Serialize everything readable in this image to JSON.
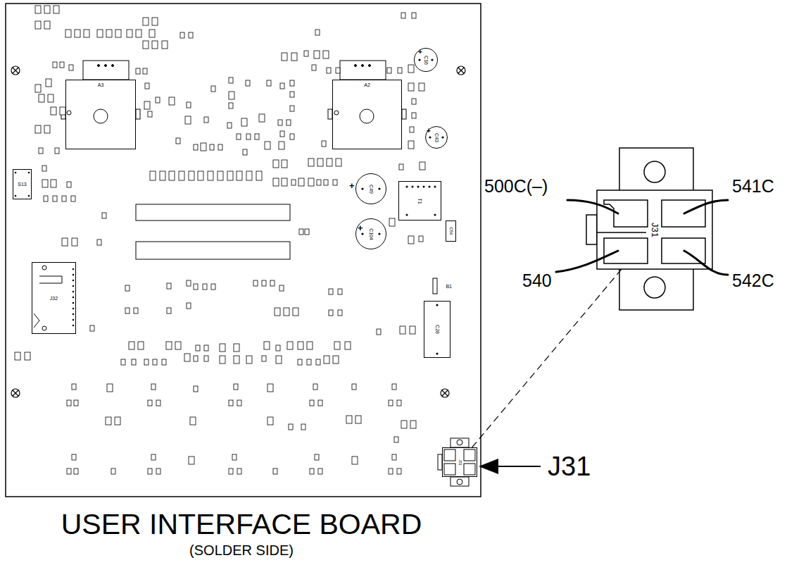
{
  "diagram": {
    "title": "USER INTERFACE BOARD",
    "caption": "(SOLDER SIDE)",
    "nodes": [
      {
        "text": [
          "A3"
        ]
      },
      {
        "text": [
          "A2"
        ]
      },
      {
        "text": [
          "C16"
        ]
      },
      {
        "text": [
          "C43"
        ]
      },
      {
        "text": [
          "S13"
        ]
      },
      {
        "text": [
          "C49"
        ]
      },
      {
        "text": [
          "T1"
        ]
      },
      {
        "text": [
          "C104"
        ]
      },
      {
        "text": [
          "C56"
        ]
      },
      {
        "text": [
          "J32"
        ]
      },
      {
        "text": [
          "B1"
        ]
      },
      {
        "text": [
          "C28"
        ]
      },
      {
        "text": [
          "J31"
        ]
      },
      {
        "text": [
          "J31"
        ]
      }
    ],
    "edges": [
      {
        "from": 12,
        "to": 13,
        "arrow": "none"
      }
    ],
    "labels": [
      "500C(–)",
      "541C",
      "540",
      "542C",
      "J31",
      "+",
      "+",
      "+",
      "+"
    ]
  }
}
